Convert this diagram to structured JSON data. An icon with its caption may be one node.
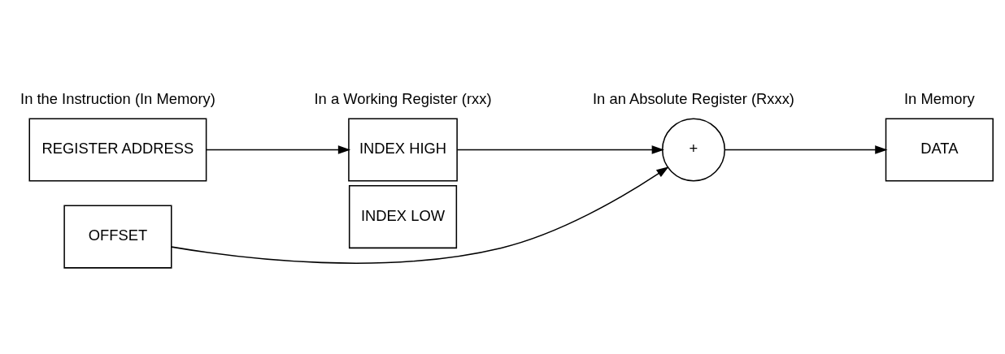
{
  "diagram": {
    "nodes": [
      {
        "text": [
          "REGISTER ADDRESS"
        ]
      },
      {
        "text": [
          "OFFSET"
        ]
      },
      {
        "text": [
          "INDEX HIGH"
        ]
      },
      {
        "text": [
          "INDEX LOW"
        ]
      },
      {
        "text": [
          "+"
        ]
      },
      {
        "text": [
          "DATA"
        ]
      }
    ],
    "edges": [
      {
        "from": 0,
        "to": 2,
        "arrow": "to"
      },
      {
        "from": 1,
        "to": 4,
        "arrow": "to"
      },
      {
        "from": 2,
        "to": 4,
        "arrow": "to"
      },
      {
        "from": 4,
        "to": 5,
        "arrow": "to"
      }
    ],
    "labels": [
      "In the Instruction (In Memory)",
      "In a Working Register (rxx)",
      "In an Absolute Register (Rxxx)",
      "In Memory"
    ]
  }
}
